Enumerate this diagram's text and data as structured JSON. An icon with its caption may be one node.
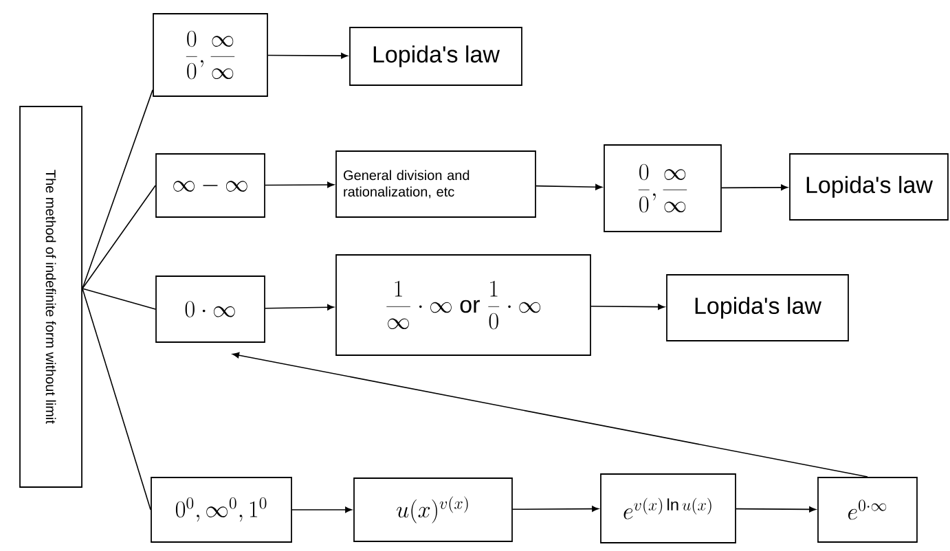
{
  "diagram": {
    "nodes": [
      {
        "text": [
          "The method of indefinite form without limit"
        ]
      },
      {
        "text": [
          "\\frac{0}{0},\\frac{\\infty}{\\infty}"
        ]
      },
      {
        "text": [
          "Lopida's law"
        ]
      },
      {
        "text": [
          "\\infty-\\infty"
        ]
      },
      {
        "text": [
          "General division and rationalization, etc"
        ]
      },
      {
        "text": [
          "\\frac{0}{0},\\frac{\\infty}{\\infty}"
        ]
      },
      {
        "text": [
          "Lopida's law"
        ]
      },
      {
        "text": [
          "0\\cdot\\infty"
        ]
      },
      {
        "text": [
          "\\frac{1}{\\infty}\\cdot\\infty\\mbox{ or }\\frac{1}{0}\\cdot\\infty"
        ]
      },
      {
        "text": [
          "Lopida's law"
        ]
      },
      {
        "text": [
          "0^{0},\\infty^{0},1^{0}"
        ]
      },
      {
        "text": [
          "u(x)^{v(x)}"
        ]
      },
      {
        "text": [
          "e^{v(x)\\ln u(x)}"
        ]
      },
      {
        "text": [
          "e^{0\\cdot\\infty}"
        ]
      }
    ],
    "edges": [
      {
        "from": 0,
        "to": 1,
        "arrow": "none"
      },
      {
        "from": 0,
        "to": 3,
        "arrow": "none"
      },
      {
        "from": 0,
        "to": 7,
        "arrow": "none"
      },
      {
        "from": 0,
        "to": 10,
        "arrow": "none"
      },
      {
        "from": 1,
        "to": 2,
        "arrow": "to"
      },
      {
        "from": 3,
        "to": 4,
        "arrow": "to"
      },
      {
        "from": 4,
        "to": 5,
        "arrow": "to"
      },
      {
        "from": 5,
        "to": 6,
        "arrow": "to"
      },
      {
        "from": 7,
        "to": 8,
        "arrow": "to"
      },
      {
        "from": 8,
        "to": 9,
        "arrow": "to"
      },
      {
        "from": 10,
        "to": 11,
        "arrow": "to"
      },
      {
        "from": 11,
        "to": 12,
        "arrow": "to"
      },
      {
        "from": 12,
        "to": 13,
        "arrow": "to"
      },
      {
        "from": 13,
        "to": 7,
        "arrow": "to"
      }
    ]
  }
}
